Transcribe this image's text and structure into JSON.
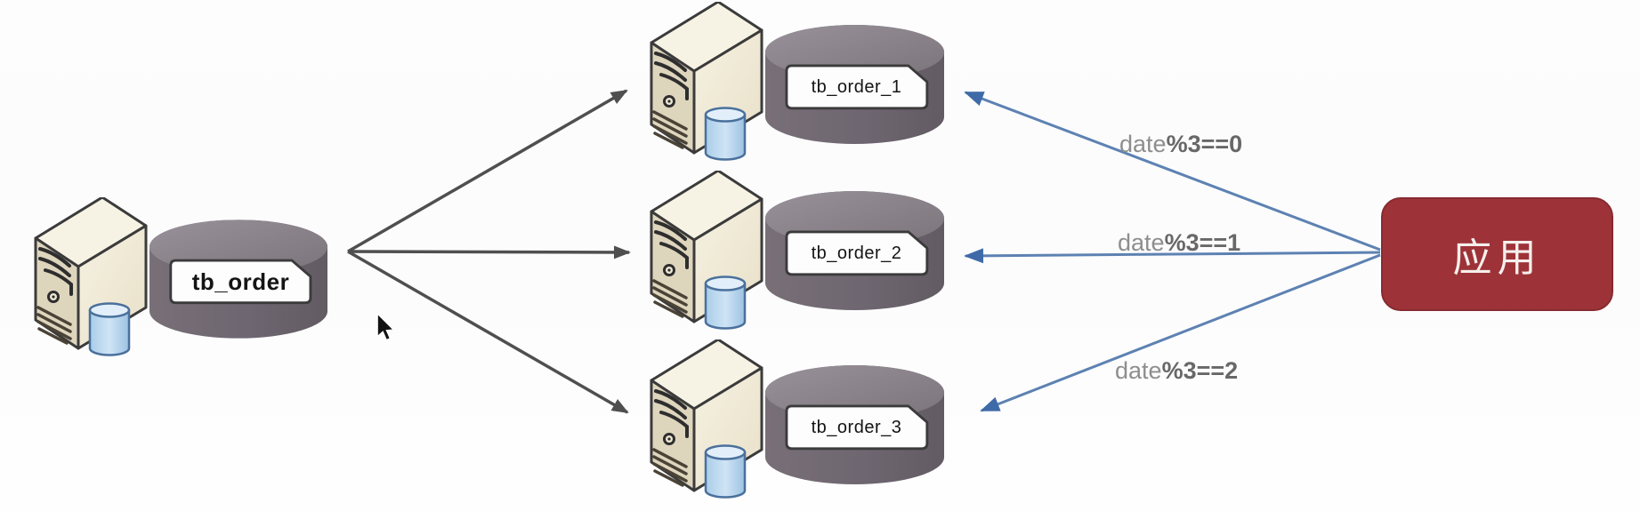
{
  "diagram": {
    "source": {
      "label": "tb_order",
      "icon": "server-with-database-icon"
    },
    "shards": [
      {
        "label": "tb_order_1",
        "condition_prefix": "date",
        "condition_expr": "%3==0",
        "icon": "server-with-database-icon"
      },
      {
        "label": "tb_order_2",
        "condition_prefix": "date",
        "condition_expr": "%3==1",
        "icon": "server-with-database-icon"
      },
      {
        "label": "tb_order_3",
        "condition_prefix": "date",
        "condition_expr": "%3==2",
        "icon": "server-with-database-icon"
      }
    ],
    "app": {
      "label": "应用"
    },
    "colors": {
      "cylinder_body": "#6f6770",
      "cylinder_top": "#8a8289",
      "server_face_light": "#f2ecdb",
      "server_face_dark": "#ded5bd",
      "split_arrow": "#4f4f4f",
      "route_arrow": "#5d82b2",
      "app_box": "#9d3338",
      "app_text": "#f6efec",
      "condition_text": "#8e8e8e",
      "label_box_border": "#3b3b3b"
    }
  }
}
